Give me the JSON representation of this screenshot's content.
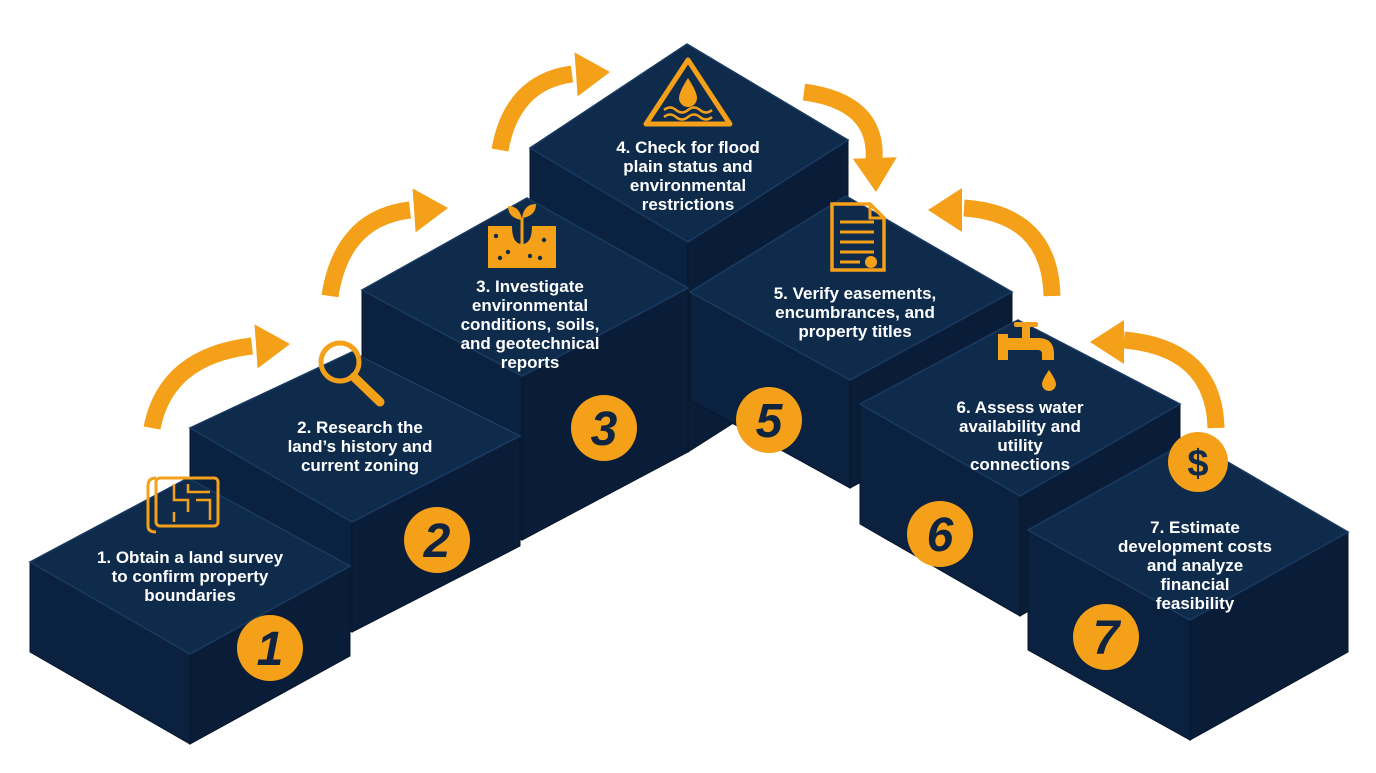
{
  "colors": {
    "top_face": "#0f2b4c",
    "left_face": "#0b2140",
    "right_face": "#0a1d38",
    "accent": "#f4a018",
    "edge": "#061529"
  },
  "steps": [
    {
      "number": "1",
      "lines": [
        "1. Obtain a land survey",
        "to confirm property",
        "boundaries"
      ],
      "icon": "survey-map-icon"
    },
    {
      "number": "2",
      "lines": [
        "2. Research the",
        "land’s history and",
        "current zoning"
      ],
      "icon": "magnifier-icon"
    },
    {
      "number": "3",
      "lines": [
        "3. Investigate",
        "environmental",
        "conditions, soils,",
        "and geotechnical",
        "reports"
      ],
      "icon": "soil-sprout-icon"
    },
    {
      "number": "4",
      "lines": [
        "4. Check for flood",
        "plain status and",
        "environmental",
        "restrictions"
      ],
      "icon": "flood-warning-icon"
    },
    {
      "number": "5",
      "lines": [
        "5. Verify easements,",
        "encumbrances, and",
        "property titles"
      ],
      "icon": "document-certificate-icon"
    },
    {
      "number": "6",
      "lines": [
        "6. Assess water",
        "availability and",
        "utility",
        "connections"
      ],
      "icon": "water-faucet-icon"
    },
    {
      "number": "7",
      "lines": [
        "7. Estimate",
        "development costs",
        "and analyze",
        "financial",
        "feasibility"
      ],
      "icon": "dollar-coin-icon"
    }
  ],
  "arrows": [
    "arrow-1-to-2",
    "arrow-2-to-3",
    "arrow-3-to-4",
    "arrow-4-to-5",
    "arrow-5-from-6",
    "arrow-6-from-7"
  ]
}
